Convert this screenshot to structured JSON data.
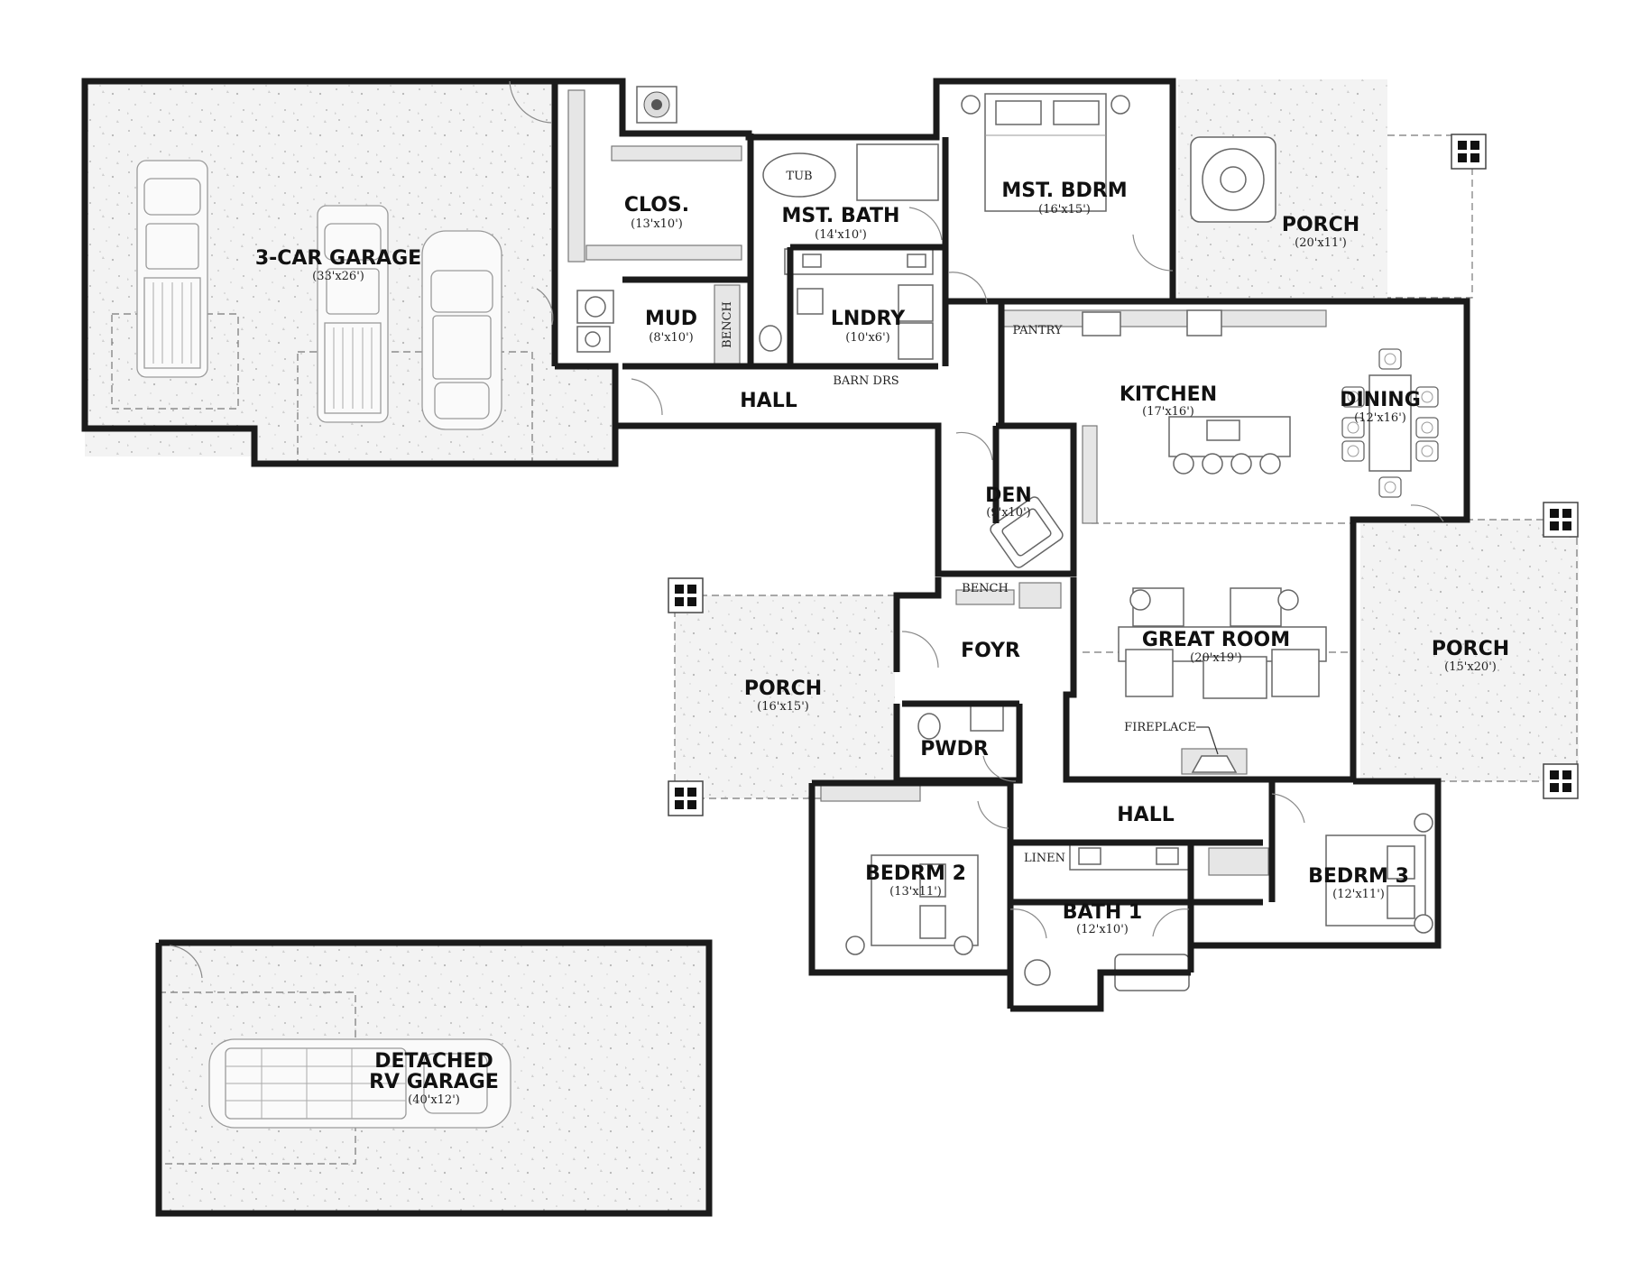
{
  "rooms": {
    "garage": {
      "name": "3-CAR GARAGE",
      "dim": "(33'x26')"
    },
    "closet": {
      "name": "CLOS.",
      "dim": "(13'x10')"
    },
    "mst_bath": {
      "name": "MST. BATH",
      "dim": "(14'x10')"
    },
    "mst_bdrm": {
      "name": "MST. BDRM",
      "dim": "(16'x15')"
    },
    "porch_ne": {
      "name": "PORCH",
      "dim": "(20'x11')"
    },
    "mud": {
      "name": "MUD",
      "dim": "(8'x10')"
    },
    "lndry": {
      "name": "LNDRY",
      "dim": "(10'x6')"
    },
    "hall_upper": {
      "name": "HALL"
    },
    "kitchen": {
      "name": "KITCHEN",
      "dim": "(17'x16')"
    },
    "dining": {
      "name": "DINING",
      "dim": "(12'x16')"
    },
    "den": {
      "name": "DEN",
      "dim": "(9'x10')"
    },
    "foyr": {
      "name": "FOYR"
    },
    "great_room": {
      "name": "GREAT ROOM",
      "dim": "(20'x19')"
    },
    "porch_w": {
      "name": "PORCH",
      "dim": "(16'x15')"
    },
    "porch_e": {
      "name": "PORCH",
      "dim": "(15'x20')"
    },
    "pwdr": {
      "name": "PWDR"
    },
    "hall_lower": {
      "name": "HALL"
    },
    "bedrm2": {
      "name": "BEDRM 2",
      "dim": "(13'x11')"
    },
    "bath1": {
      "name": "BATH 1",
      "dim": "(12'x10')"
    },
    "bedrm3": {
      "name": "BEDRM 3",
      "dim": "(12'x11')"
    },
    "rv_garage": {
      "name_line1": "DETACHED",
      "name_line2": "RV GARAGE",
      "dim": "(40'x12')"
    }
  },
  "labels": {
    "tub": "TUB",
    "bench_mud": "BENCH",
    "barn_drs": "BARN DRS",
    "pantry": "PANTRY",
    "bench_foyr": "BENCH",
    "fireplace": "FIREPLACE",
    "linen": "LINEN"
  }
}
